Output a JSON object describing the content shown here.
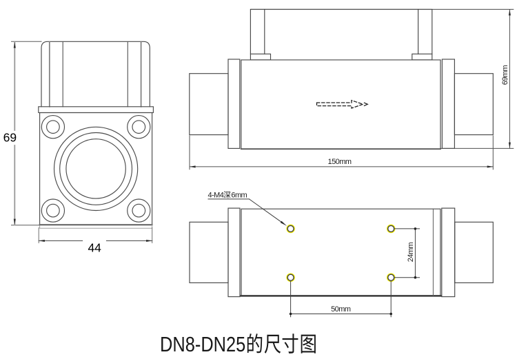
{
  "title": {
    "text": "DN8-DN25的尺寸图"
  },
  "colors": {
    "background": "#ffffff",
    "line": "#4a4a4a",
    "dimension_line": "#8a8a8a",
    "text": "#1c1c1c",
    "hole_highlight": "#e4e000"
  },
  "views": {
    "front": {
      "dim_height": "69",
      "dim_width": "44"
    },
    "side": {
      "dim_length": "150mm",
      "dim_height": "69mm",
      "flow_icon": "dashed-flow-arrow-right"
    },
    "bottom": {
      "hole_label": "4-M4深6mm",
      "dim_hole_spacing_vertical": "24mm",
      "dim_hole_spacing_horizontal": "50mm",
      "hole_count": 4
    }
  }
}
